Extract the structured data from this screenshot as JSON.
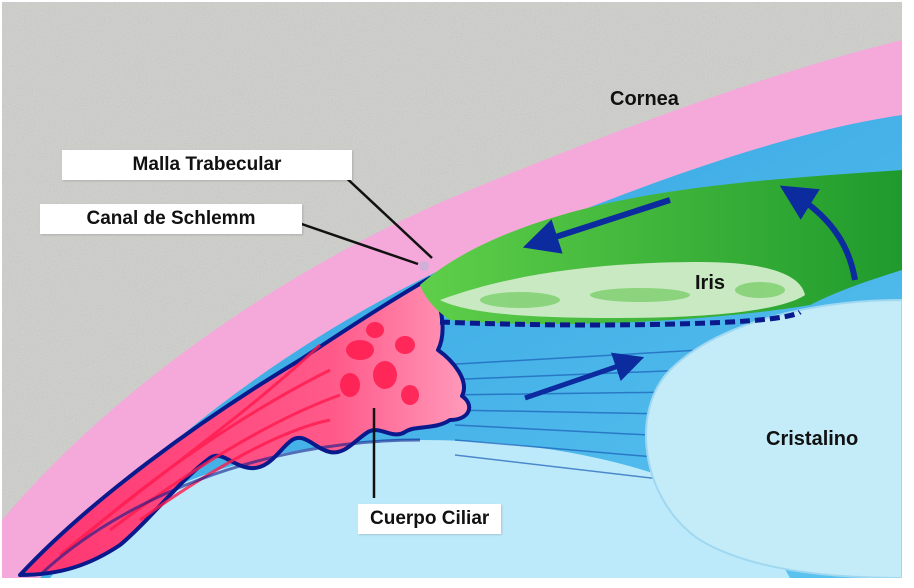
{
  "labels": {
    "cornea": "Cornea",
    "trabecular_mesh": "Malla Trabecular",
    "schlemm_canal": "Canal de Schlemm",
    "iris": "Iris",
    "lens": "Cristalino",
    "ciliary_body": "Cuerpo Ciliar"
  },
  "colors": {
    "sclera": "#c9c9c6",
    "cornea": "#f2a7d8",
    "aqueous_outer": "#3fb4ea",
    "aqueous_inner": "#a7ddf6",
    "iris_green": "#3cbf3f",
    "iris_light": "#c6e8c0",
    "ciliary": "#ff3d73",
    "lens": "#bfe9f8",
    "arrow": "#0b2b9e",
    "outline": "#0a1a8c"
  },
  "flow_arrows": [
    "aqueous-flow-arrow",
    "iris-surface-arrow",
    "iris-edge-arrow"
  ]
}
